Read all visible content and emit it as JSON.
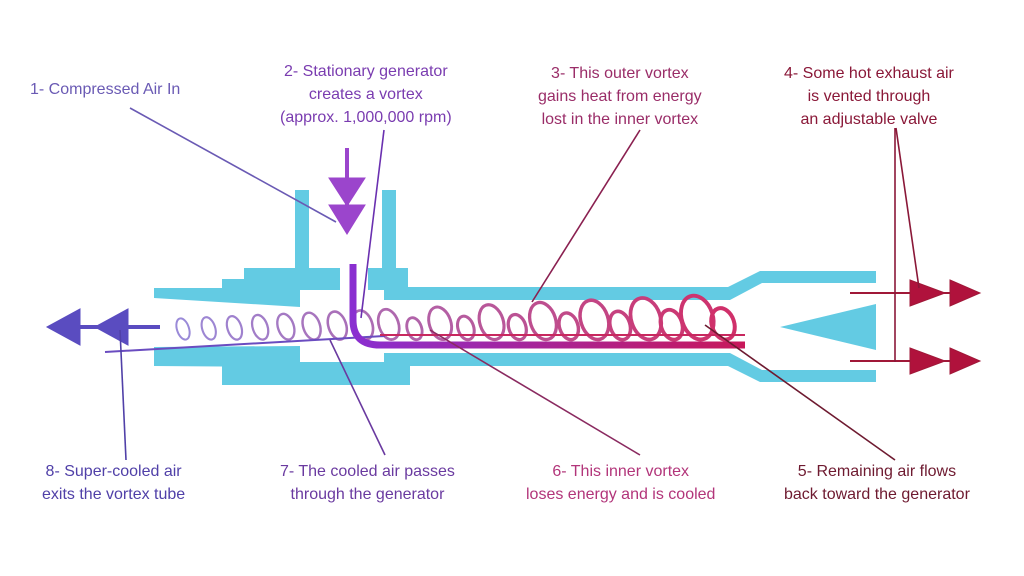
{
  "diagram": {
    "colors": {
      "tube": "#63cbe3",
      "cold": "#5a4cc0",
      "generator": "#8a2fd0",
      "hot": "#b0123c",
      "hot_inner": "#c8285f"
    },
    "labels": [
      {
        "id": "1",
        "lines": [
          "1- Compressed Air In"
        ],
        "color": "#6a5ab4"
      },
      {
        "id": "2",
        "lines": [
          "2- Stationary generator",
          "creates a vortex",
          "(approx. 1,000,000 rpm)"
        ],
        "color": "#7a3cb0"
      },
      {
        "id": "3",
        "lines": [
          "3- This outer vortex",
          "gains heat from energy",
          "lost in the inner vortex"
        ],
        "color": "#9a2d68"
      },
      {
        "id": "4",
        "lines": [
          "4- Some hot exhaust air",
          "is vented through",
          "an adjustable valve"
        ],
        "color": "#8a1838"
      },
      {
        "id": "5",
        "lines": [
          "5- Remaining air flows",
          "back toward the generator"
        ],
        "color": "#6e1a30"
      },
      {
        "id": "6",
        "lines": [
          "6- This inner vortex",
          "loses energy and is cooled"
        ],
        "color": "#b2357a"
      },
      {
        "id": "7",
        "lines": [
          "7- The cooled air passes",
          "through the generator"
        ],
        "color": "#6a3aa0"
      },
      {
        "id": "8",
        "lines": [
          "8- Super-cooled air",
          "exits the vortex tube"
        ],
        "color": "#5040a8"
      }
    ]
  }
}
